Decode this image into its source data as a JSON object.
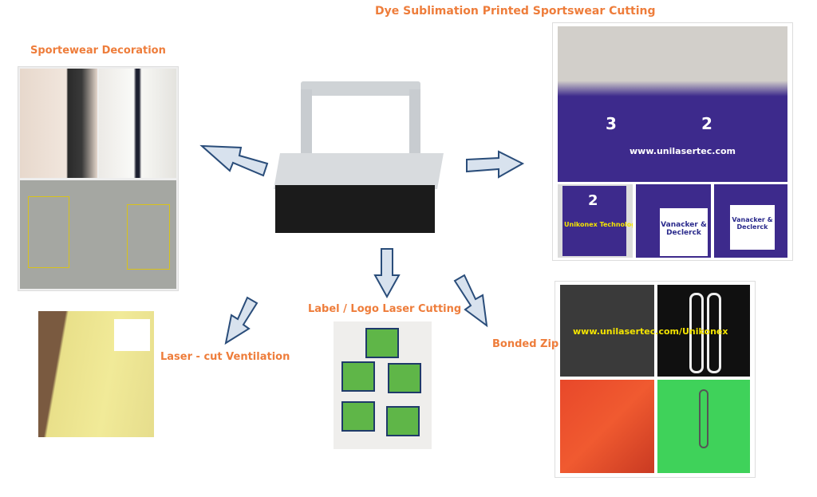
{
  "labels": {
    "sportswear_decoration": "Sportewear Decoration",
    "dye_sublimation": "Dye Sublimation Printed Sportswear Cutting",
    "label_logo": "Label / Logo Laser Cutting",
    "bonded_zip": "Bonded Zip",
    "ventilation": "Laser - cut Ventilation"
  },
  "watermarks": {
    "site": "www.unilasertec.com",
    "site_unikonex": "www.unilasertec.com/Unikonex",
    "company": "Unikonex Technologies"
  },
  "jersey_text": {
    "num3": "3",
    "num2": "2",
    "sponsor1": "Vanacker & Declerck"
  },
  "colors": {
    "label": "#ee7d3b",
    "arrow": "#2a4d7a",
    "jersey": "#3d2a8c"
  }
}
